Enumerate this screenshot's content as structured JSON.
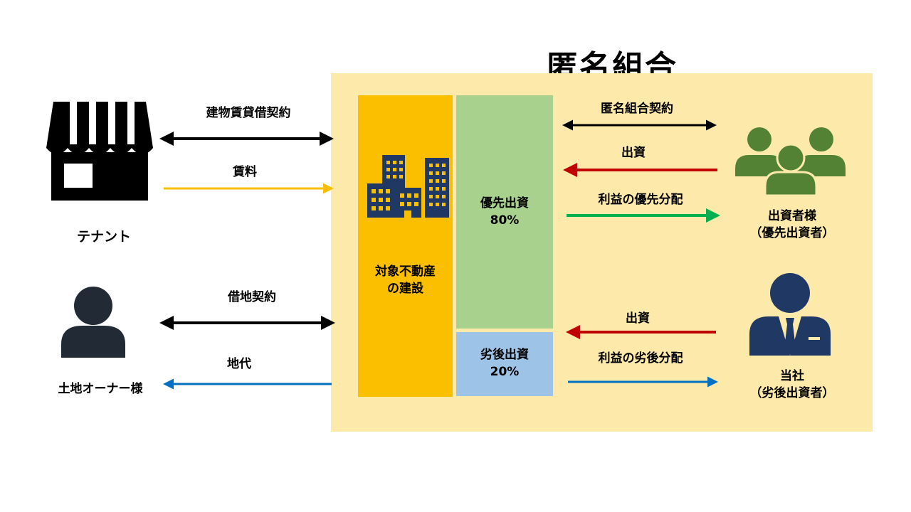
{
  "title": "匿名組合",
  "left": {
    "tenant_label": "テナント",
    "owner_label": "土地オーナー様"
  },
  "center": {
    "building_line1": "対象不動産",
    "building_line2": "の建設",
    "pref_line1": "優先出資",
    "pref_line2": "80%",
    "sub_line1": "劣後出資",
    "sub_line2": "20%"
  },
  "right": {
    "investor_line1": "出資者様",
    "investor_line2": "（優先出資者）",
    "company_line1": "当社",
    "company_line2": "（劣後出資者）"
  },
  "arrows": {
    "lease_building": "建物賃貸借契約",
    "rent": "賃料",
    "land_lease": "借地契約",
    "land_rent": "地代",
    "tk_contract": "匿名組合契約",
    "investment_pref": "出資",
    "pref_distribution": "利益の優先分配",
    "investment_sub": "出資",
    "sub_distribution": "利益の劣後分配"
  },
  "colors": {
    "black": "#000000",
    "yellow": "#fbbf00",
    "red": "#c00000",
    "green": "#00b050",
    "blue": "#0070c0",
    "panel": "#fde9aa",
    "pref_box": "#a9d18e",
    "sub_box": "#9dc3e6",
    "people_green": "#548235",
    "navy": "#203864"
  }
}
